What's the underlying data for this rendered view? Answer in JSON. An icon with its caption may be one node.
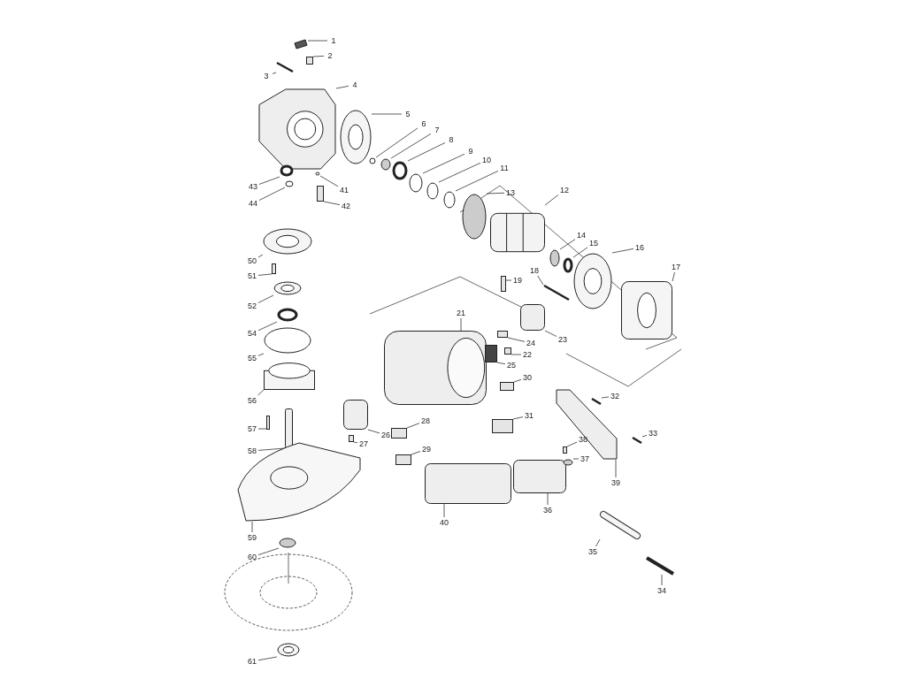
{
  "diagram": {
    "nodes": [
      {
        "text": [
          "1"
        ]
      },
      {
        "text": [
          "2"
        ]
      },
      {
        "text": [
          "3"
        ]
      },
      {
        "text": [
          "4"
        ]
      },
      {
        "text": [
          "5"
        ]
      },
      {
        "text": [
          "6"
        ]
      },
      {
        "text": [
          "7"
        ]
      },
      {
        "text": [
          "8"
        ]
      },
      {
        "text": [
          "9"
        ]
      },
      {
        "text": [
          "10"
        ]
      },
      {
        "text": [
          "11"
        ]
      },
      {
        "text": [
          "12"
        ]
      },
      {
        "text": [
          "13"
        ]
      },
      {
        "text": [
          "14"
        ]
      },
      {
        "text": [
          "15"
        ]
      },
      {
        "text": [
          "16"
        ]
      },
      {
        "text": [
          "17"
        ]
      },
      {
        "text": [
          "18"
        ]
      },
      {
        "text": [
          "19"
        ]
      },
      {
        "text": [
          "21"
        ]
      },
      {
        "text": [
          "22"
        ]
      },
      {
        "text": [
          "23"
        ]
      },
      {
        "text": [
          "24"
        ]
      },
      {
        "text": [
          "25"
        ]
      },
      {
        "text": [
          "26"
        ]
      },
      {
        "text": [
          "27"
        ]
      },
      {
        "text": [
          "28"
        ]
      },
      {
        "text": [
          "29"
        ]
      },
      {
        "text": [
          "30"
        ]
      },
      {
        "text": [
          "31"
        ]
      },
      {
        "text": [
          "32"
        ]
      },
      {
        "text": [
          "33"
        ]
      },
      {
        "text": [
          "34"
        ]
      },
      {
        "text": [
          "35"
        ]
      },
      {
        "text": [
          "36"
        ]
      },
      {
        "text": [
          "37"
        ]
      },
      {
        "text": [
          "38"
        ]
      },
      {
        "text": [
          "39"
        ]
      },
      {
        "text": [
          "40"
        ]
      },
      {
        "text": [
          "41"
        ]
      },
      {
        "text": [
          "42"
        ]
      },
      {
        "text": [
          "43"
        ]
      },
      {
        "text": [
          "44"
        ]
      },
      {
        "text": [
          "50"
        ]
      },
      {
        "text": [
          "51"
        ]
      },
      {
        "text": [
          "52"
        ]
      },
      {
        "text": [
          "54"
        ]
      },
      {
        "text": [
          "55"
        ]
      },
      {
        "text": [
          "56"
        ]
      },
      {
        "text": [
          "57"
        ]
      },
      {
        "text": [
          "58"
        ]
      },
      {
        "text": [
          "59"
        ]
      },
      {
        "text": [
          "60"
        ]
      },
      {
        "text": [
          "61"
        ]
      },
      {
        "text": [],
        "shape": "box"
      },
      {
        "text": [],
        "shape": "box"
      },
      {
        "text": [],
        "shape": "bar"
      },
      {
        "text": [],
        "shape": "picture"
      },
      {
        "text": [],
        "shape": "circle"
      },
      {
        "text": [],
        "shape": "circle"
      },
      {
        "text": [],
        "shape": "circle"
      },
      {
        "text": [],
        "shape": "circle"
      },
      {
        "text": [],
        "shape": "circle"
      },
      {
        "text": [],
        "shape": "circle"
      },
      {
        "text": [],
        "shape": "circle"
      },
      {
        "text": [],
        "shape": "picture"
      },
      {
        "text": [],
        "shape": "circle"
      },
      {
        "text": [],
        "shape": "circle"
      },
      {
        "text": [],
        "shape": "circle"
      },
      {
        "text": [],
        "shape": "circle"
      },
      {
        "text": [],
        "shape": "picture"
      },
      {
        "text": [],
        "shape": "bar"
      },
      {
        "text": [],
        "shape": "box"
      },
      {
        "text": [],
        "shape": "picture"
      },
      {
        "text": [],
        "shape": "box"
      },
      {
        "text": [],
        "shape": "box"
      },
      {
        "text": [],
        "shape": "box"
      },
      {
        "text": [],
        "shape": "box"
      },
      {
        "text": [],
        "shape": "box"
      },
      {
        "text": [],
        "shape": "box"
      },
      {
        "text": [],
        "shape": "box"
      },
      {
        "text": [],
        "shape": "box"
      },
      {
        "text": [],
        "shape": "box"
      },
      {
        "text": [],
        "shape": "box"
      },
      {
        "text": [],
        "shape": "bar"
      },
      {
        "text": [],
        "shape": "bar"
      },
      {
        "text": [],
        "shape": "bar"
      },
      {
        "text": [],
        "shape": "bar"
      },
      {
        "text": [],
        "shape": "box"
      },
      {
        "text": [],
        "shape": "circle"
      },
      {
        "text": [],
        "shape": "box"
      },
      {
        "text": [],
        "shape": "picture"
      },
      {
        "text": [],
        "shape": "box"
      },
      {
        "text": [],
        "shape": "circle"
      },
      {
        "text": [],
        "shape": "box"
      },
      {
        "text": [],
        "shape": "circle"
      },
      {
        "text": [],
        "shape": "circle"
      },
      {
        "text": [],
        "shape": "circle"
      },
      {
        "text": [],
        "shape": "box"
      },
      {
        "text": [],
        "shape": "circle"
      },
      {
        "text": [],
        "shape": "circle"
      },
      {
        "text": [],
        "shape": "circle"
      },
      {
        "text": [],
        "shape": "box"
      },
      {
        "text": [],
        "shape": "box"
      },
      {
        "text": [],
        "shape": "box"
      },
      {
        "text": [],
        "shape": "picture"
      },
      {
        "text": [],
        "shape": "circle"
      },
      {
        "text": [],
        "shape": "circle"
      }
    ],
    "edges": [
      {
        "from": 0,
        "to": 54,
        "arrow": "none"
      },
      {
        "from": 1,
        "to": 55,
        "arrow": "none"
      },
      {
        "from": 2,
        "to": 56,
        "arrow": "none"
      },
      {
        "from": 3,
        "to": 57,
        "arrow": "none"
      },
      {
        "from": 4,
        "to": 58,
        "arrow": "none"
      },
      {
        "from": 5,
        "to": 59,
        "arrow": "none"
      },
      {
        "from": 6,
        "to": 60,
        "arrow": "none"
      },
      {
        "from": 7,
        "to": 61,
        "arrow": "none"
      },
      {
        "from": 8,
        "to": 62,
        "arrow": "none"
      },
      {
        "from": 9,
        "to": 63,
        "arrow": "none"
      },
      {
        "from": 10,
        "to": 64,
        "arrow": "none"
      },
      {
        "from": 11,
        "to": 65,
        "arrow": "none"
      },
      {
        "from": 12,
        "to": 66,
        "arrow": "none"
      },
      {
        "from": 13,
        "to": 67,
        "arrow": "none"
      },
      {
        "from": 14,
        "to": 68,
        "arrow": "none"
      },
      {
        "from": 15,
        "to": 69,
        "arrow": "none"
      },
      {
        "from": 16,
        "to": 70,
        "arrow": "none"
      },
      {
        "from": 17,
        "to": 71,
        "arrow": "none"
      },
      {
        "from": 18,
        "to": 72,
        "arrow": "none"
      },
      {
        "from": 19,
        "to": 73,
        "arrow": "none"
      },
      {
        "from": 20,
        "to": 74,
        "arrow": "none"
      },
      {
        "from": 21,
        "to": 75,
        "arrow": "none"
      },
      {
        "from": 22,
        "to": 76,
        "arrow": "none"
      },
      {
        "from": 23,
        "to": 77,
        "arrow": "none"
      },
      {
        "from": 24,
        "to": 78,
        "arrow": "none"
      },
      {
        "from": 25,
        "to": 79,
        "arrow": "none"
      },
      {
        "from": 26,
        "to": 80,
        "arrow": "none"
      },
      {
        "from": 27,
        "to": 81,
        "arrow": "none"
      },
      {
        "from": 28,
        "to": 82,
        "arrow": "none"
      },
      {
        "from": 29,
        "to": 83,
        "arrow": "none"
      },
      {
        "from": 30,
        "to": 84,
        "arrow": "none"
      },
      {
        "from": 31,
        "to": 85,
        "arrow": "none"
      },
      {
        "from": 32,
        "to": 86,
        "arrow": "none"
      },
      {
        "from": 33,
        "to": 87,
        "arrow": "none"
      },
      {
        "from": 34,
        "to": 88,
        "arrow": "none"
      },
      {
        "from": 35,
        "to": 89,
        "arrow": "none"
      },
      {
        "from": 36,
        "to": 90,
        "arrow": "none"
      },
      {
        "from": 37,
        "to": 91,
        "arrow": "none"
      },
      {
        "from": 38,
        "to": 92,
        "arrow": "none"
      },
      {
        "from": 39,
        "to": 93,
        "arrow": "none"
      },
      {
        "from": 40,
        "to": 94,
        "arrow": "none"
      },
      {
        "from": 41,
        "to": 95,
        "arrow": "none"
      },
      {
        "from": 42,
        "to": 96,
        "arrow": "none"
      },
      {
        "from": 43,
        "to": 97,
        "arrow": "none"
      },
      {
        "from": 44,
        "to": 98,
        "arrow": "none"
      },
      {
        "from": 45,
        "to": 99,
        "arrow": "none"
      },
      {
        "from": 46,
        "to": 100,
        "arrow": "none"
      },
      {
        "from": 47,
        "to": 101,
        "arrow": "none"
      },
      {
        "from": 48,
        "to": 102,
        "arrow": "none"
      },
      {
        "from": 49,
        "to": 103,
        "arrow": "none"
      },
      {
        "from": 50,
        "to": 104,
        "arrow": "none"
      },
      {
        "from": 51,
        "to": 105,
        "arrow": "none"
      },
      {
        "from": 52,
        "to": 106,
        "arrow": "none"
      },
      {
        "from": 53,
        "to": 107,
        "arrow": "none"
      }
    ]
  }
}
